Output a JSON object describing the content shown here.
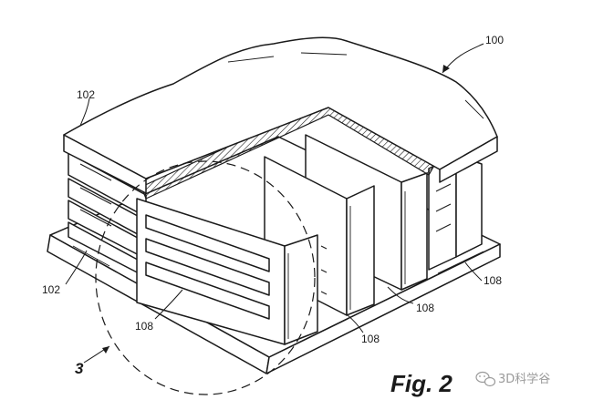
{
  "figure": {
    "title": "Fig. 2",
    "detail_callout": "3",
    "labels": {
      "assembly": "100",
      "plate_top": "102",
      "plate_bottom": "102",
      "fin_left": "108",
      "fin_mid": "108",
      "fin_center": "108",
      "fin_right": "108"
    },
    "watermark": {
      "text": "3D科学谷",
      "icon": "wechat-icon"
    }
  }
}
